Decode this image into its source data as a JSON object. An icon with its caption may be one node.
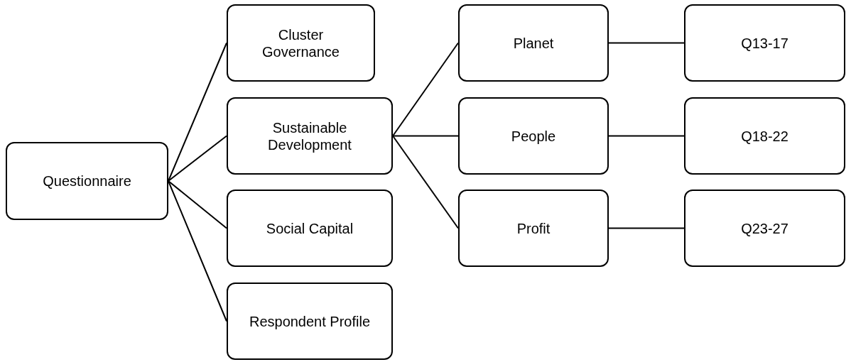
{
  "diagram": {
    "nodes": [
      {
        "text": [
          "Questionnaire"
        ]
      },
      {
        "text": [
          "Cluster Governance"
        ]
      },
      {
        "text": [
          "Sustainable Development"
        ]
      },
      {
        "text": [
          "Social Capital"
        ]
      },
      {
        "text": [
          "Respondent Profile"
        ]
      },
      {
        "text": [
          "Planet"
        ]
      },
      {
        "text": [
          "People"
        ]
      },
      {
        "text": [
          "Profit"
        ]
      },
      {
        "text": [
          "Q13-17"
        ]
      },
      {
        "text": [
          "Q18-22"
        ]
      },
      {
        "text": [
          "Q23-27"
        ]
      }
    ],
    "edges": [
      {
        "from": 0,
        "to": 1,
        "arrow": "none"
      },
      {
        "from": 0,
        "to": 2,
        "arrow": "none"
      },
      {
        "from": 0,
        "to": 3,
        "arrow": "none"
      },
      {
        "from": 0,
        "to": 4,
        "arrow": "none"
      },
      {
        "from": 2,
        "to": 5,
        "arrow": "none"
      },
      {
        "from": 2,
        "to": 6,
        "arrow": "none"
      },
      {
        "from": 2,
        "to": 7,
        "arrow": "none"
      },
      {
        "from": 5,
        "to": 8,
        "arrow": "none"
      },
      {
        "from": 6,
        "to": 9,
        "arrow": "none"
      },
      {
        "from": 7,
        "to": 10,
        "arrow": "none"
      }
    ]
  }
}
